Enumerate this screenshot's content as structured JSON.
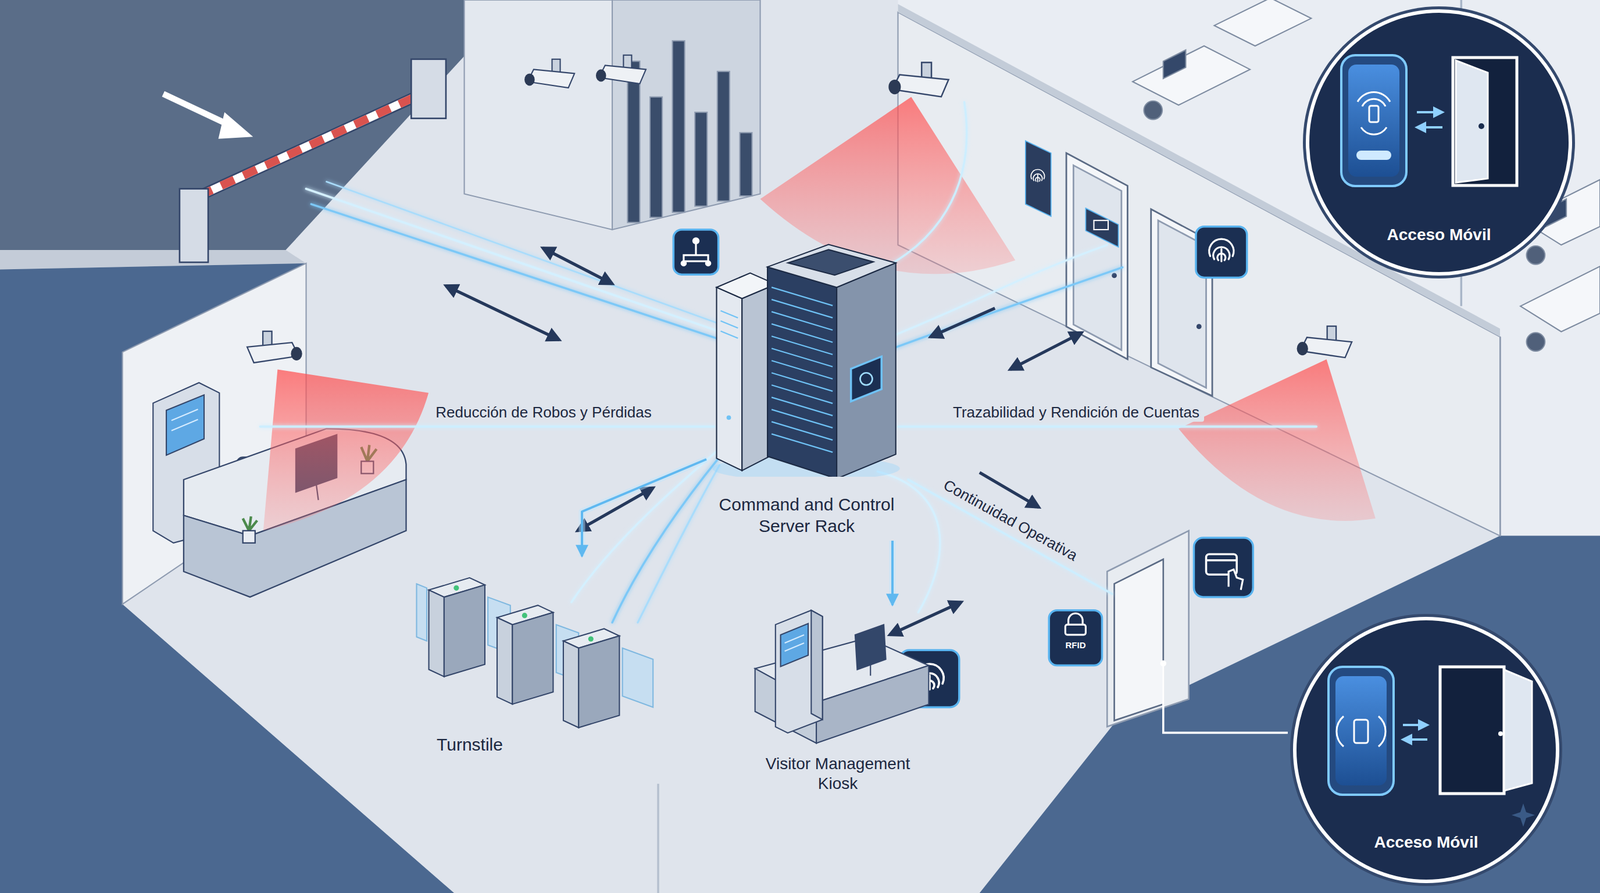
{
  "diagram": {
    "nodes": [
      {
        "text": [
          "Acceso Móvil"
        ]
      },
      {
        "text": [
          "Command and Control Server Rack"
        ]
      },
      {
        "text": [
          "Turnstile"
        ]
      },
      {
        "text": [
          "Visitor Management Kiosk"
        ]
      },
      {
        "text": [
          "Acceso Móvil"
        ]
      }
    ],
    "edges": [
      {
        "from": 1,
        "to": 2,
        "arrow": "to"
      },
      {
        "from": 1,
        "to": 3,
        "arrow": "to"
      }
    ],
    "labels": [
      "Reducción de Robos y Pérdidas",
      "Trazabilidad y Rendición de Cuentas",
      "Continuidad Operativa",
      "RFID"
    ]
  }
}
